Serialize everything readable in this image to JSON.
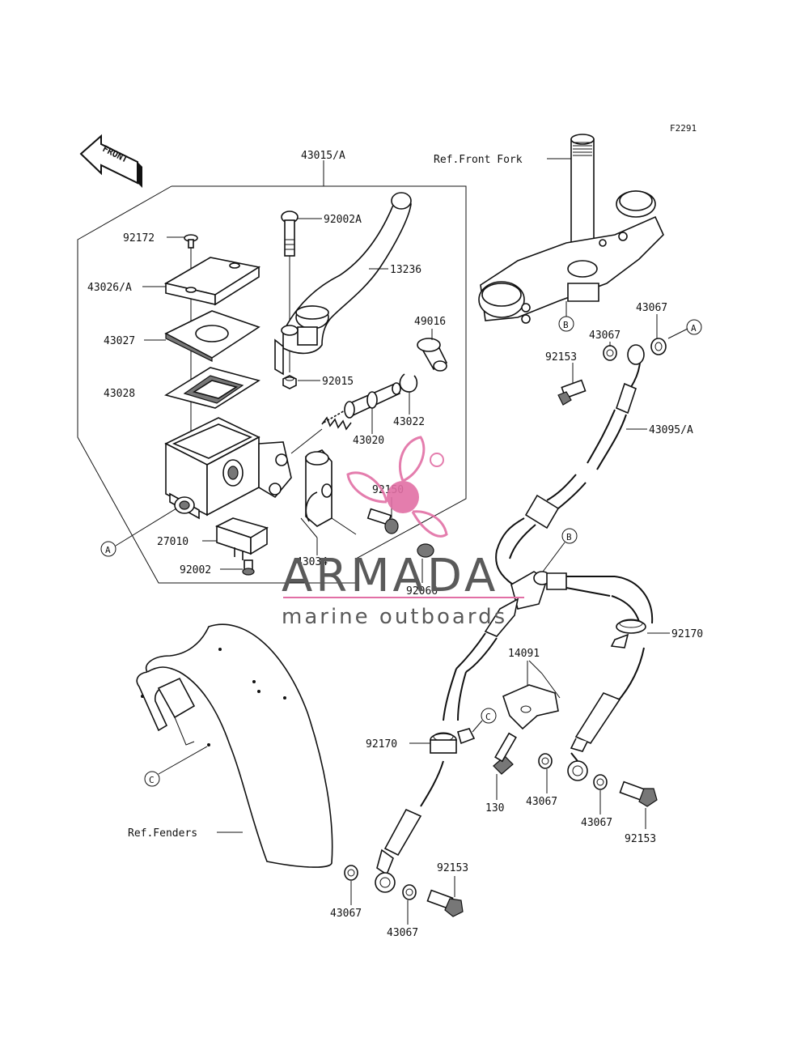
{
  "figure_code": "F2291",
  "front_label": "FRONT",
  "refs": {
    "front_fork": "Ref.Front Fork",
    "fenders": "Ref.Fenders"
  },
  "callouts": {
    "c43015A": "43015/A",
    "c92172": "92172",
    "c92002A": "92002A",
    "c43026A": "43026/A",
    "c13236": "13236",
    "c43027": "43027",
    "c49016": "49016",
    "c92015": "92015",
    "c43028": "43028",
    "c43022": "43022",
    "c43020": "43020",
    "c92150": "92150",
    "c27010": "27010",
    "c43034": "43034",
    "c92002": "92002",
    "c92066": "92066",
    "c43067_a": "43067",
    "c43067_b": "43067",
    "c92153_a": "92153",
    "c43095A": "43095/A",
    "c92170_a": "92170",
    "c14091": "14091",
    "c92170_b": "92170",
    "c130": "130",
    "c43067_c": "43067",
    "c43067_d": "43067",
    "c92153_b": "92153",
    "c43067_e": "43067",
    "c43067_f": "43067",
    "c92153_c": "92153"
  },
  "markers": {
    "a1": "A",
    "a2": "A",
    "b1": "B",
    "b2": "B",
    "c1": "C",
    "c2": "C"
  },
  "watermark": {
    "brand": "ARMADA",
    "tagline": "marine outboards",
    "logo_color": "#e26fa5",
    "text_color": "#5a5a5a"
  }
}
